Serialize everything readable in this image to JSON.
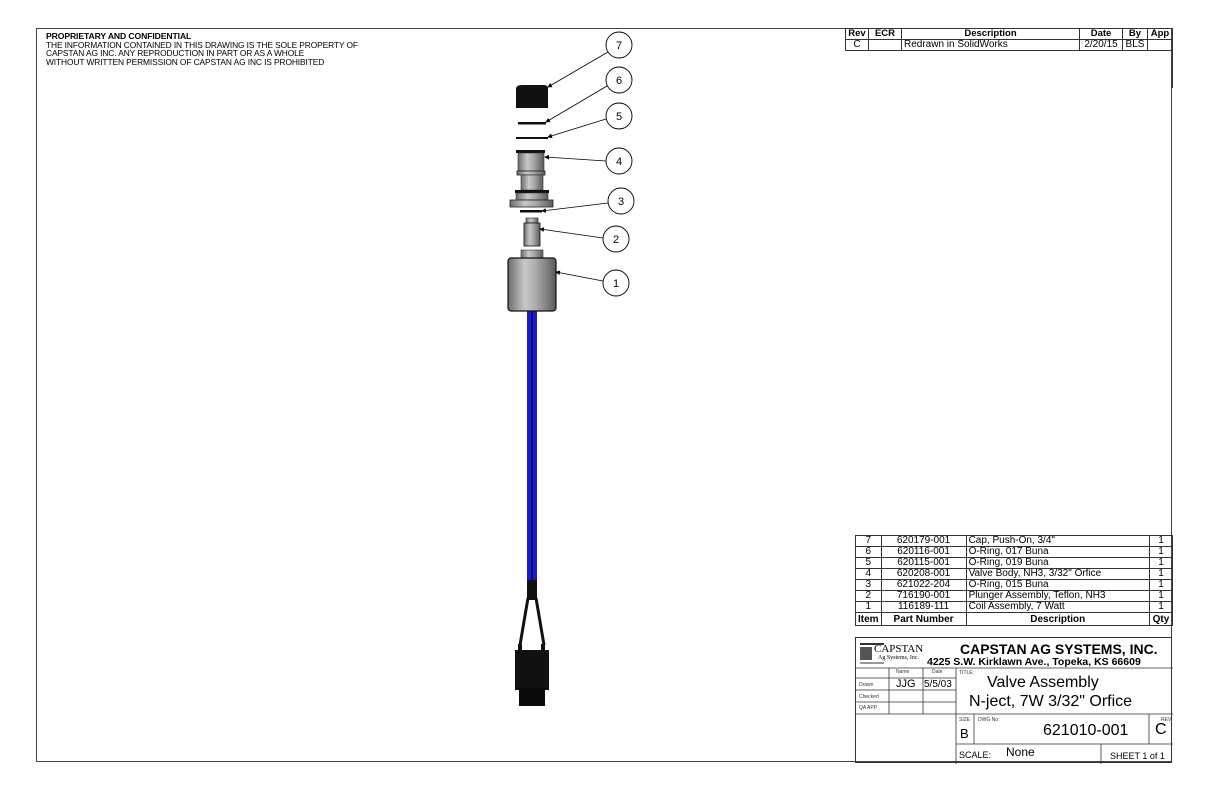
{
  "notice": {
    "heading": "PROPRIETARY AND CONFIDENTIAL",
    "lines": [
      "THE INFORMATION CONTAINED IN THIS DRAWING IS THE SOLE PROPERTY OF",
      "CAPSTAN AG INC. ANY REPRODUCTION IN PART OR AS A WHOLE",
      "WITHOUT WRITTEN PERMISSION OF CAPSTAN AG INC IS PROHIBITED"
    ]
  },
  "revisions": {
    "headers": [
      "Rev",
      "ECR",
      "Description",
      "Date",
      "By",
      "App"
    ],
    "rows": [
      {
        "rev": "C",
        "ecr": "",
        "description": "Redrawn in SolidWorks",
        "date": "2/20/15",
        "by": "BLS",
        "app": ""
      }
    ]
  },
  "balloons": [
    "7",
    "6",
    "5",
    "4",
    "3",
    "2",
    "1"
  ],
  "bom": {
    "headers": [
      "Item",
      "Part Number",
      "Description",
      "Qty"
    ],
    "rows": [
      {
        "item": "7",
        "part": "620179-001",
        "desc": "Cap, Push-On, 3/4\"",
        "qty": "1"
      },
      {
        "item": "6",
        "part": "620116-001",
        "desc": "O-Ring, 017 Buna",
        "qty": "1"
      },
      {
        "item": "5",
        "part": "620115-001",
        "desc": "O-Ring, 019 Buna",
        "qty": "1"
      },
      {
        "item": "4",
        "part": "620208-001",
        "desc": "Valve Body, NH3, 3/32\" Orfice",
        "qty": "1"
      },
      {
        "item": "3",
        "part": "621022-204",
        "desc": "O-Ring, 015 Buna",
        "qty": "1"
      },
      {
        "item": "2",
        "part": "716190-001",
        "desc": "Plunger Assembly, Teflon, NH3",
        "qty": "1"
      },
      {
        "item": "1",
        "part": "116189-111",
        "desc": "Coil Assembly, 7 Watt",
        "qty": "1"
      }
    ]
  },
  "title_block": {
    "logo_name": "CAPSTAN",
    "logo_sub": "Ag Systems, Inc.",
    "company": "CAPSTAN AG SYSTEMS, INC.",
    "address": "4225 S.W. Kirklawn Ave., Topeka, KS 66609",
    "name_label": "Name",
    "date_label": "Date",
    "drawn_label": "Drawn",
    "checked_label": "Checked",
    "qa_label": "QA APP",
    "drawn_name": "JJG",
    "drawn_date": "5/5/03",
    "title_label": "TITLE:",
    "title_line1": "Valve Assembly",
    "title_line2": "N-ject, 7W 3/32\" Orfice",
    "size_label": "SIZE",
    "size": "B",
    "dwg_label": "DWG No:",
    "dwg_no": "621010-001",
    "rev_label": "REV",
    "rev": "C",
    "scale_label": "SCALE:",
    "scale": "None",
    "sheet": "SHEET 1 of 1"
  }
}
